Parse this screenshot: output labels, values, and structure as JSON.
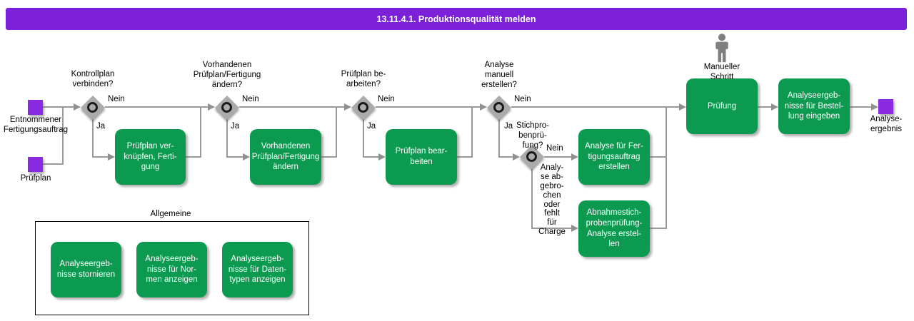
{
  "title": "13.11.4.1. Produktionsqualität melden",
  "colors": {
    "title_bar_purple": "#7C20D9",
    "event_purple": "#8A2BE2",
    "task_green": "#0B9A4F",
    "connector_gray": "#9A9A9A",
    "gateway_gray": "#ABABAB"
  },
  "events": {
    "fertigungsauftrag": {
      "label": "Entnommener\nFertigungsauftrag"
    },
    "pruefplan": {
      "label": "Prüfplan"
    },
    "analyseergebnis": {
      "label": "Analyse-\nergebnis"
    }
  },
  "decisions": {
    "kontrollplan": {
      "question": "Kontrollplan\nverbinden?",
      "no": "Nein",
      "yes": "Ja"
    },
    "vorhandenen": {
      "question": "Vorhandenen\nPrüfplan/Fertigung\nändern?",
      "no": "Nein",
      "yes": "Ja"
    },
    "bearbeiten": {
      "question": "Prüfplan be-\narbeiten?",
      "no": "Nein",
      "yes": "Ja"
    },
    "manuell": {
      "question": "Analyse\nmanuell\nerstellen?",
      "no": "Nein",
      "yes": "Ja"
    },
    "stichprobe": {
      "question": "Stichpro-\nbenprü-\nfung?",
      "no": "Nein",
      "else_note": "Analy-\nse ab-\ngebro-\nchen\noder\nfehlt\nfür\nCharge"
    }
  },
  "tasks": {
    "verknuepfen": {
      "label": "Prüfplan ver-\nknüpfen, Ferti-\ngung"
    },
    "aendern": {
      "label": "Vorhandenen\nPrüfplan/Fertigung\nändern"
    },
    "bearbeiten": {
      "label": "Prüfplan bear-\nbeiten"
    },
    "analyse_fertigung": {
      "label": "Analyse für Fer-\ntigungsauftrag\nerstellen"
    },
    "abnahme": {
      "label": "Abnahmestich-\nprobenprüfung-\nAnalyse erstel-\nlen"
    },
    "pruefung": {
      "label": "Prüfung"
    },
    "ergebnisse_bestellung": {
      "label": "Analyseergeb-\nnisse für Bestel-\nlung eingeben"
    }
  },
  "manual_step": {
    "label": "Manueller\nSchritt"
  },
  "group": {
    "title": "Allgemeine",
    "tasks": {
      "stornieren": {
        "label": "Analyseergeb-\nnisse stornieren"
      },
      "normen": {
        "label": "Analyseergeb-\nnisse für Nor-\nmen anzeigen"
      },
      "datentypen": {
        "label": "Analyseergeb-\nnisse für Daten-\ntypen anzeigen"
      }
    }
  }
}
